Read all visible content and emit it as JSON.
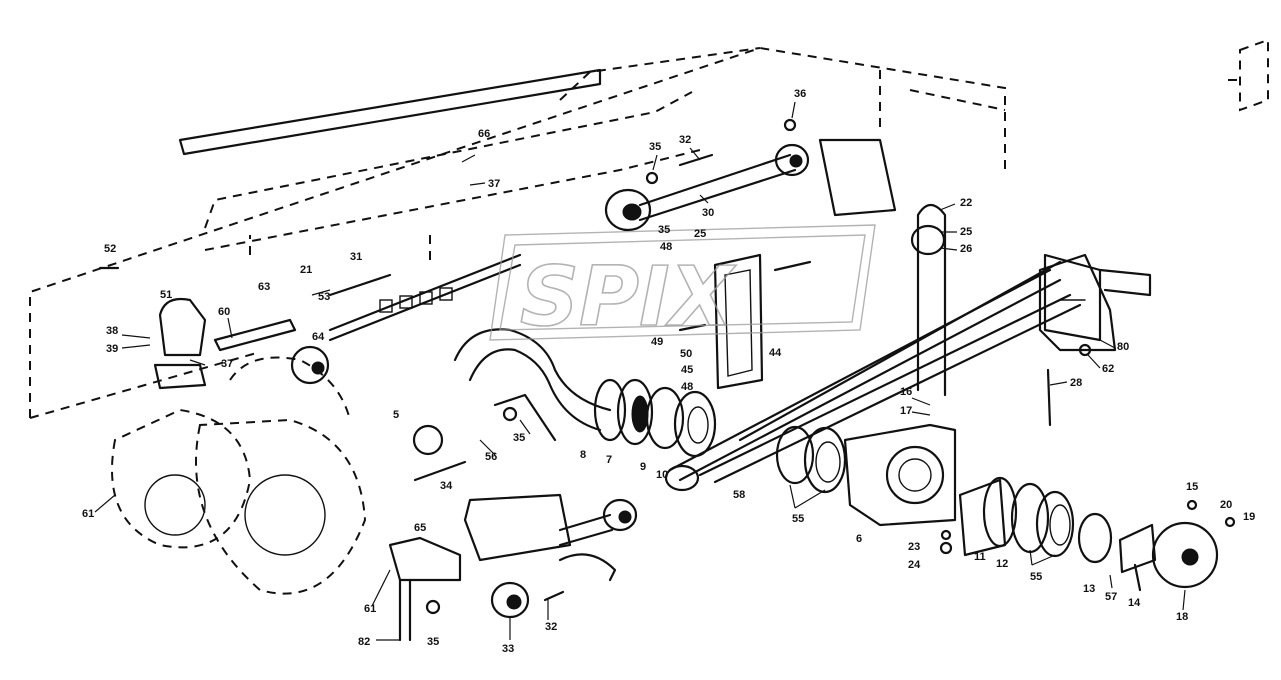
{
  "watermark": {
    "text": "SPIX"
  },
  "callouts": [
    {
      "id": "c1",
      "text": "52"
    },
    {
      "id": "c2",
      "text": "51"
    },
    {
      "id": "c3",
      "text": "38"
    },
    {
      "id": "c4",
      "text": "39"
    },
    {
      "id": "c5",
      "text": "37"
    },
    {
      "id": "c6",
      "text": "60"
    },
    {
      "id": "c7",
      "text": "63"
    },
    {
      "id": "c8",
      "text": "21"
    },
    {
      "id": "c9",
      "text": "53"
    },
    {
      "id": "c10",
      "text": "64"
    },
    {
      "id": "c11",
      "text": "31"
    },
    {
      "id": "c12",
      "text": "66"
    },
    {
      "id": "c13",
      "text": "37"
    },
    {
      "id": "c14",
      "text": "36"
    },
    {
      "id": "c15",
      "text": "35"
    },
    {
      "id": "c16",
      "text": "32"
    },
    {
      "id": "c17",
      "text": "30"
    },
    {
      "id": "c18",
      "text": "35"
    },
    {
      "id": "c19",
      "text": "48"
    },
    {
      "id": "c20",
      "text": "25"
    },
    {
      "id": "c21",
      "text": "22"
    },
    {
      "id": "c22",
      "text": "25"
    },
    {
      "id": "c23",
      "text": "26"
    },
    {
      "id": "c24",
      "text": "49"
    },
    {
      "id": "c25",
      "text": "50"
    },
    {
      "id": "c26",
      "text": "44"
    },
    {
      "id": "c27",
      "text": "45"
    },
    {
      "id": "c28",
      "text": "48"
    },
    {
      "id": "c29",
      "text": "80"
    },
    {
      "id": "c30",
      "text": "62"
    },
    {
      "id": "c31",
      "text": "28"
    },
    {
      "id": "c32",
      "text": "16"
    },
    {
      "id": "c33",
      "text": "17"
    },
    {
      "id": "c34",
      "text": "5"
    },
    {
      "id": "c35",
      "text": "35"
    },
    {
      "id": "c36",
      "text": "56"
    },
    {
      "id": "c37",
      "text": "34"
    },
    {
      "id": "c38",
      "text": "8"
    },
    {
      "id": "c39",
      "text": "7"
    },
    {
      "id": "c40",
      "text": "9"
    },
    {
      "id": "c41",
      "text": "10"
    },
    {
      "id": "c42",
      "text": "58"
    },
    {
      "id": "c43",
      "text": "55"
    },
    {
      "id": "c44",
      "text": "6"
    },
    {
      "id": "c45",
      "text": "23"
    },
    {
      "id": "c46",
      "text": "24"
    },
    {
      "id": "c47",
      "text": "11"
    },
    {
      "id": "c48",
      "text": "12"
    },
    {
      "id": "c49",
      "text": "55"
    },
    {
      "id": "c50",
      "text": "13"
    },
    {
      "id": "c51",
      "text": "57"
    },
    {
      "id": "c52",
      "text": "14"
    },
    {
      "id": "c53",
      "text": "15"
    },
    {
      "id": "c54",
      "text": "20"
    },
    {
      "id": "c55",
      "text": "19"
    },
    {
      "id": "c56",
      "text": "18"
    },
    {
      "id": "c57",
      "text": "61"
    },
    {
      "id": "c58",
      "text": "65"
    },
    {
      "id": "c59",
      "text": "61"
    },
    {
      "id": "c60",
      "text": "82"
    },
    {
      "id": "c61",
      "text": "35"
    },
    {
      "id": "c62",
      "text": "33"
    },
    {
      "id": "c63",
      "text": "32"
    }
  ]
}
